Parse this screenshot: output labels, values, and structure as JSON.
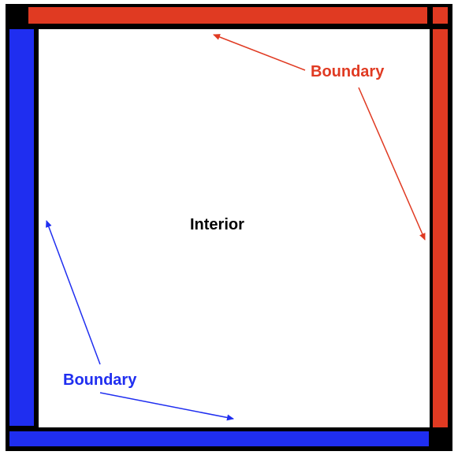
{
  "labels": {
    "interior": "Interior",
    "boundary_red": "Boundary",
    "boundary_blue": "Boundary"
  },
  "colors": {
    "red": "#e03a22",
    "blue": "#1f2ef0",
    "frame": "#000000",
    "interior_fill": "#ffffff"
  }
}
